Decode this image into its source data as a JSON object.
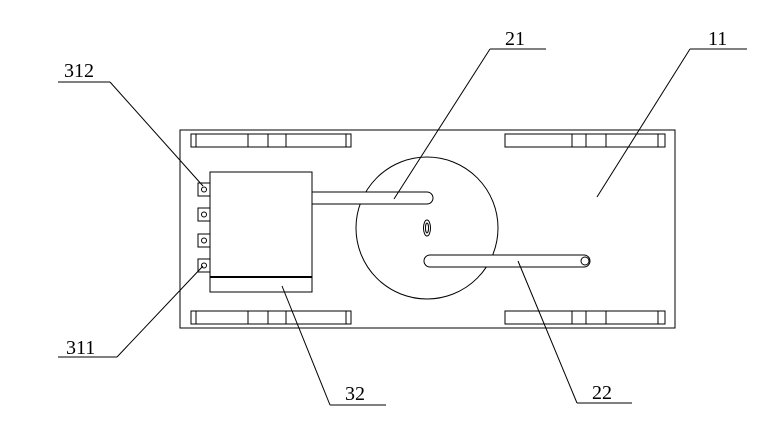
{
  "labels": {
    "l312": "312",
    "l21": "21",
    "l11": "11",
    "l311": "311",
    "l32": "32",
    "l22": "22"
  },
  "colors": {
    "stroke": "#000000",
    "background": "#ffffff"
  }
}
